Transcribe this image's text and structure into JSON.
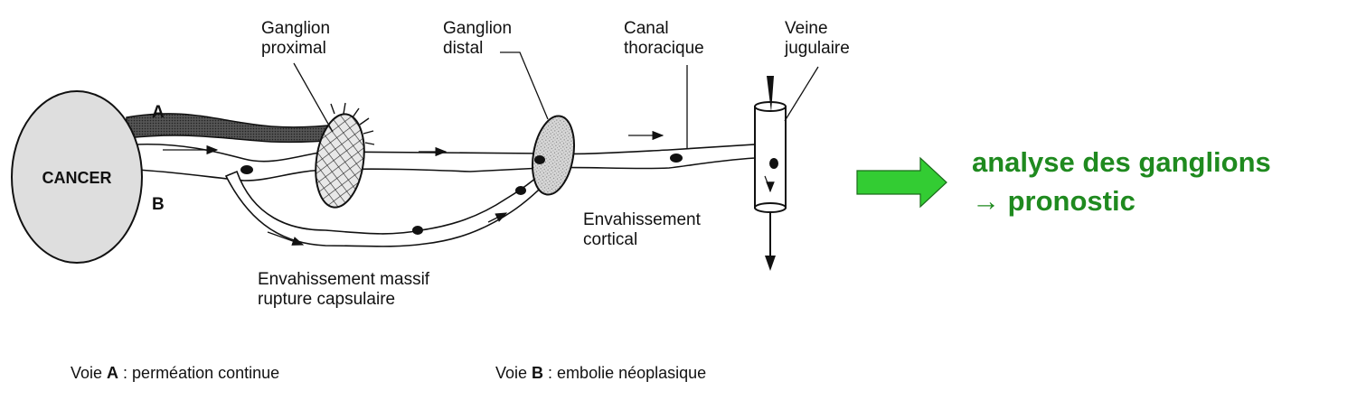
{
  "labels": {
    "ganglion_proximal": [
      "Ganglion",
      "proximal"
    ],
    "ganglion_distal": [
      "Ganglion",
      "distal"
    ],
    "canal_thoracique": [
      "Canal",
      "thoracique"
    ],
    "veine_jugulaire": [
      "Veine",
      "jugulaire"
    ],
    "cancer": "CANCER",
    "route_a": "A",
    "route_b": "B",
    "envahissement_cortical": [
      "Envahissement",
      "cortical"
    ],
    "envahissement_massif": [
      "Envahissement massif",
      "rupture capsulaire"
    ]
  },
  "conclusion": {
    "line1": "analyse des ganglions",
    "line2": "→ pronostic"
  },
  "legend": {
    "voie_a_prefix": "Voie ",
    "voie_a_letter": "A",
    "voie_a_text": " : perméation continue",
    "voie_b_prefix": "Voie ",
    "voie_b_letter": "B",
    "voie_b_text": " : embolie néoplasique"
  },
  "colors": {
    "conclusion_text": "#1f8a1f",
    "arrow_fill": "#33cc33",
    "cancer_fill": "#dedede"
  }
}
